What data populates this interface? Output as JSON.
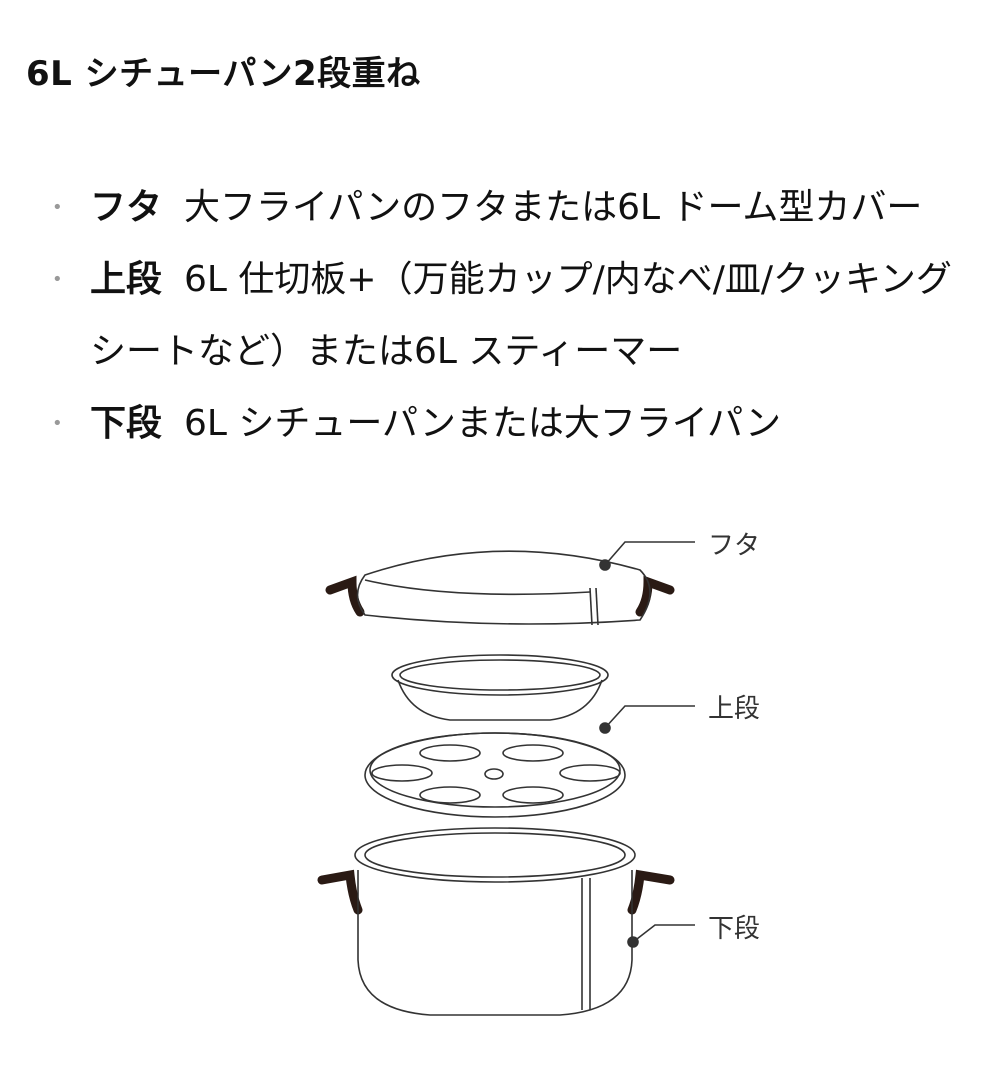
{
  "page": {
    "title": "6L シチューパン2段重ね"
  },
  "items": [
    {
      "term": "フタ",
      "description": "大フライパンのフタまたは6L ドーム型カバー"
    },
    {
      "term": "上段",
      "description": "6L 仕切板+（万能カップ/内なべ/皿/クッキングシートなど）または6L スティーマー"
    },
    {
      "term": "下段",
      "description": "6L シチューパンまたは大フライパン"
    }
  ],
  "figure": {
    "labels": {
      "lid": "フタ",
      "upper": "上段",
      "lower": "下段"
    },
    "colors": {
      "line": "#333333",
      "handle": "#2a1a14"
    }
  }
}
